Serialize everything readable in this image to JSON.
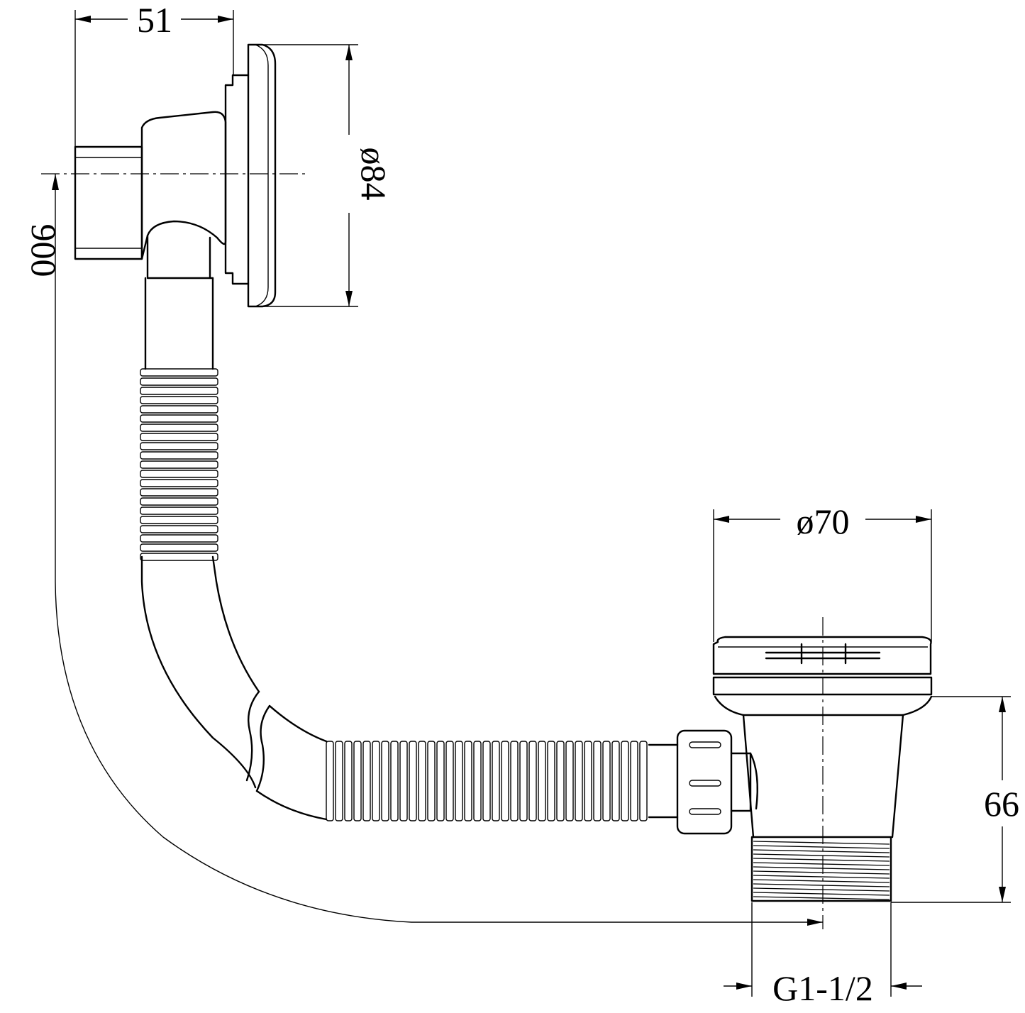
{
  "dimensions": {
    "overflow_depth": "51",
    "overflow_diameter": "ø84",
    "total_length": "900",
    "waste_diameter": "ø70",
    "waste_height": "66",
    "thread_size": "G1-1/2"
  },
  "colors": {
    "line": "#000000",
    "background": "#ffffff"
  }
}
